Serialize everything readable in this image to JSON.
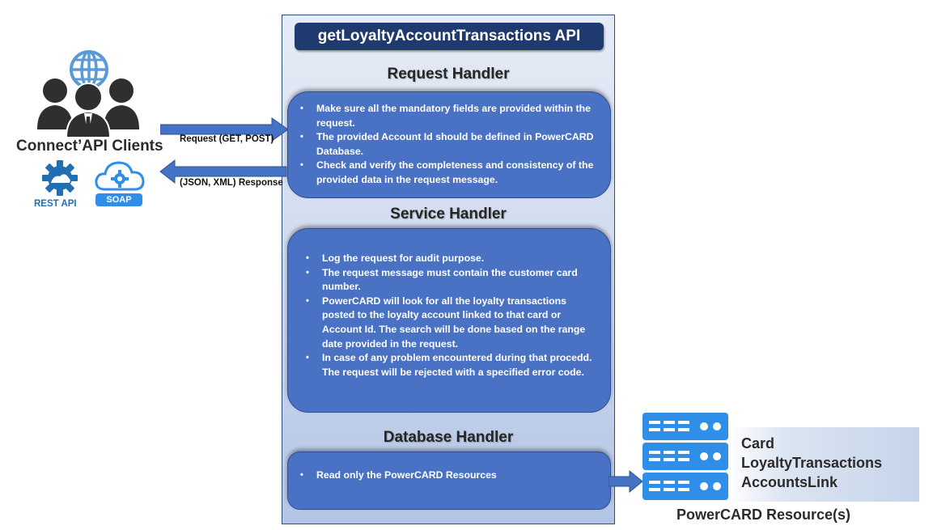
{
  "api": {
    "title": "getLoyaltyAccountTransactions API"
  },
  "request_handler": {
    "title": "Request Handler",
    "items": [
      "Make sure all the mandatory fields are provided within the request.",
      "The provided Account Id should be defined in PowerCARD Database.",
      "Check and verify the completeness and consistency of the provided data in the request message."
    ]
  },
  "service_handler": {
    "title": "Service Handler",
    "items": [
      "Log the request for audit purpose.",
      "The request message must contain the customer card number.",
      "PowerCARD will look for all the loyalty transactions posted to the loyalty account linked to that card or Account Id. The search will be done based on the range date provided in the request.",
      "In case of any problem encountered during that procedd. The request will be rejected with a specified error code."
    ]
  },
  "database_handler": {
    "title": "Database Handler",
    "items": [
      "Read only the PowerCARD Resources"
    ]
  },
  "clients": {
    "label": "Connect’API Clients",
    "rest_label": "REST API",
    "soap_label": "SOAP",
    "request_label": "Request (GET, POST)",
    "response_label": "(JSON, XML) Response"
  },
  "resources": {
    "items": [
      "Card",
      "LoyaltyTransactions",
      "AccountsLink"
    ],
    "caption": "PowerCARD Resource(s)"
  },
  "colors": {
    "title_bg": "#1e3a6e",
    "box_fill": "#4a72c4",
    "arrow": "#4472c4",
    "icon_dark": "#2f2f2f",
    "globe": "#5b9bd5",
    "gear": "#1f6fb2",
    "server": "#2e8ee8"
  }
}
